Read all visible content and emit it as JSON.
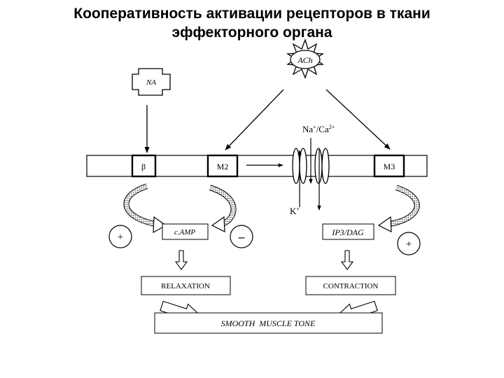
{
  "title_line1": "Кооперативность активации рецепторов в ткани",
  "title_line2": "эффекторного органа",
  "transmitters": {
    "ach": "ACh",
    "na": "NA"
  },
  "receptors": {
    "beta": "β",
    "m2": "M2",
    "m3": "M3"
  },
  "channel": {
    "inflow_ions": "Na",
    "inflow_sup1": "+",
    "inflow_sep": "/Ca",
    "inflow_sup2": "2+",
    "outflow_ion": "K",
    "outflow_sup": "+"
  },
  "messengers": {
    "camp": "c.AMP",
    "ip3dag": "IP3/DAG"
  },
  "effects": {
    "plus": "+",
    "minus": "–"
  },
  "outcomes": {
    "relaxation": "RELAXATION",
    "contraction": "CONTRACTION",
    "tone": "SMOOTH  MUSCLE TONE"
  }
}
